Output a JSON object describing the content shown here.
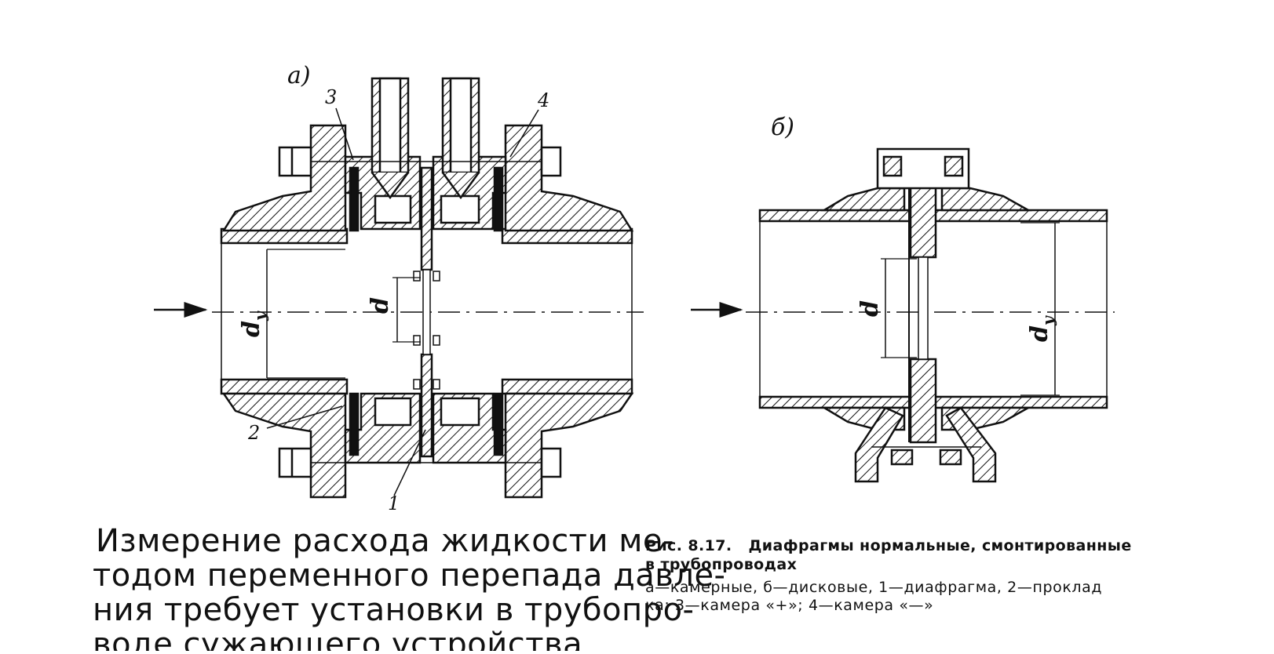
{
  "figure": {
    "left": {
      "panel_label": "а)",
      "callouts": [
        "1",
        "2",
        "3",
        "4"
      ],
      "dim_orifice": "d",
      "dim_pipe": "d_y"
    },
    "right": {
      "panel_label": "б)",
      "dim_orifice": "d",
      "dim_pipe": "d_y"
    },
    "colors": {
      "ink": "#111111",
      "paper": "#ffffff"
    }
  },
  "body_text": {
    "lines": [
      "Измерение расхода жидкости ме-",
      "тодом переменного перепада давле-",
      "ния требует установки в трубопро-",
      "воде сужающего устройства"
    ]
  },
  "caption": {
    "prefix": "Рис.",
    "number": "8.17.",
    "title_line1": "Диафрагмы нормальные, смонтированные",
    "title_line2": "в трубопроводах",
    "legend_line1": "а—камерные, б—дисковые, 1—диафрагма, 2—проклад",
    "legend_line2": "ка; 3—камера «+»; 4—камера «—»"
  }
}
